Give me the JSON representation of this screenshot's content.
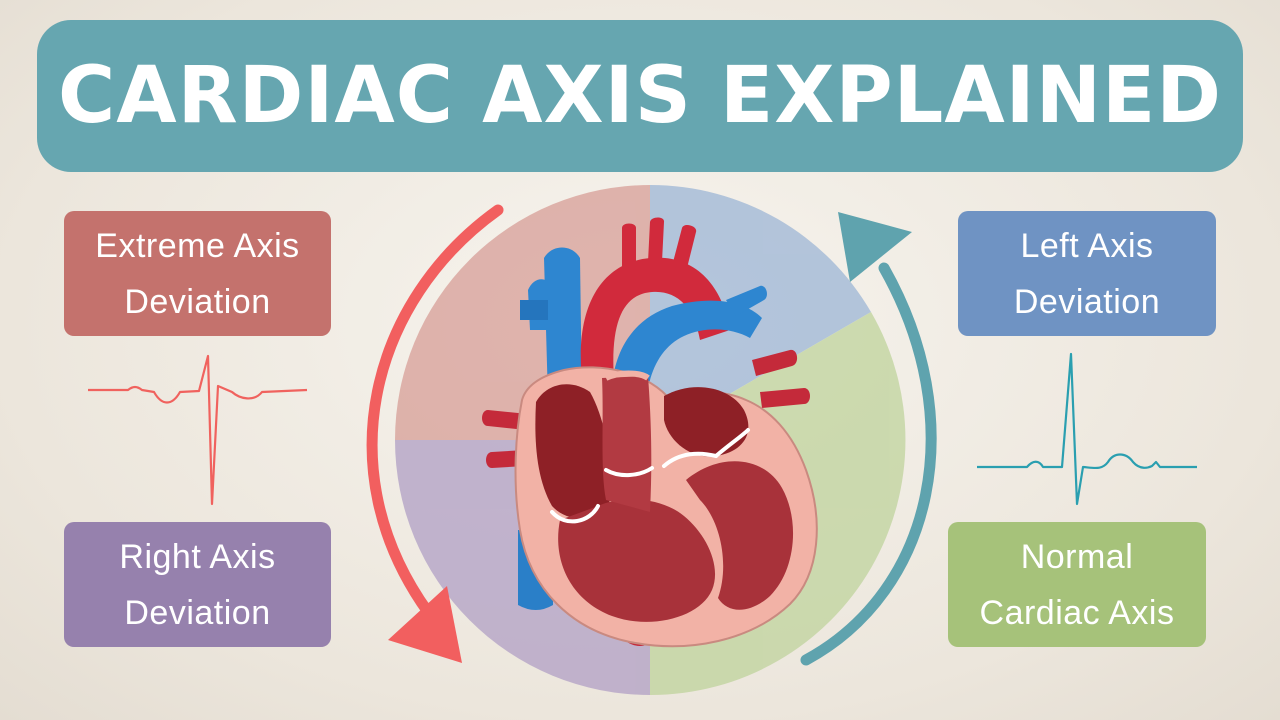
{
  "title": "CARDIAC AXIS EXPLAINED",
  "quadrants": {
    "extreme": {
      "line1": "Extreme Axis",
      "line2": "Deviation",
      "color": "#c4726d"
    },
    "left": {
      "line1": "Left Axis",
      "line2": "Deviation",
      "color": "#6f93c3"
    },
    "right": {
      "line1": "Right Axis",
      "line2": "Deviation",
      "color": "#9681ad"
    },
    "normal": {
      "line1": "Normal",
      "line2": "Cardiac Axis",
      "color": "#a6c27a"
    }
  },
  "colors": {
    "banner": "#66a6b0",
    "arrow_left": "#f25f5f",
    "arrow_right": "#5fa3ae",
    "ecg_left": "#f0625e",
    "ecg_right": "#2a9fb0"
  },
  "icons": [
    "heart-illustration-icon",
    "ecg-trace-icon",
    "curved-arrow-icon"
  ]
}
